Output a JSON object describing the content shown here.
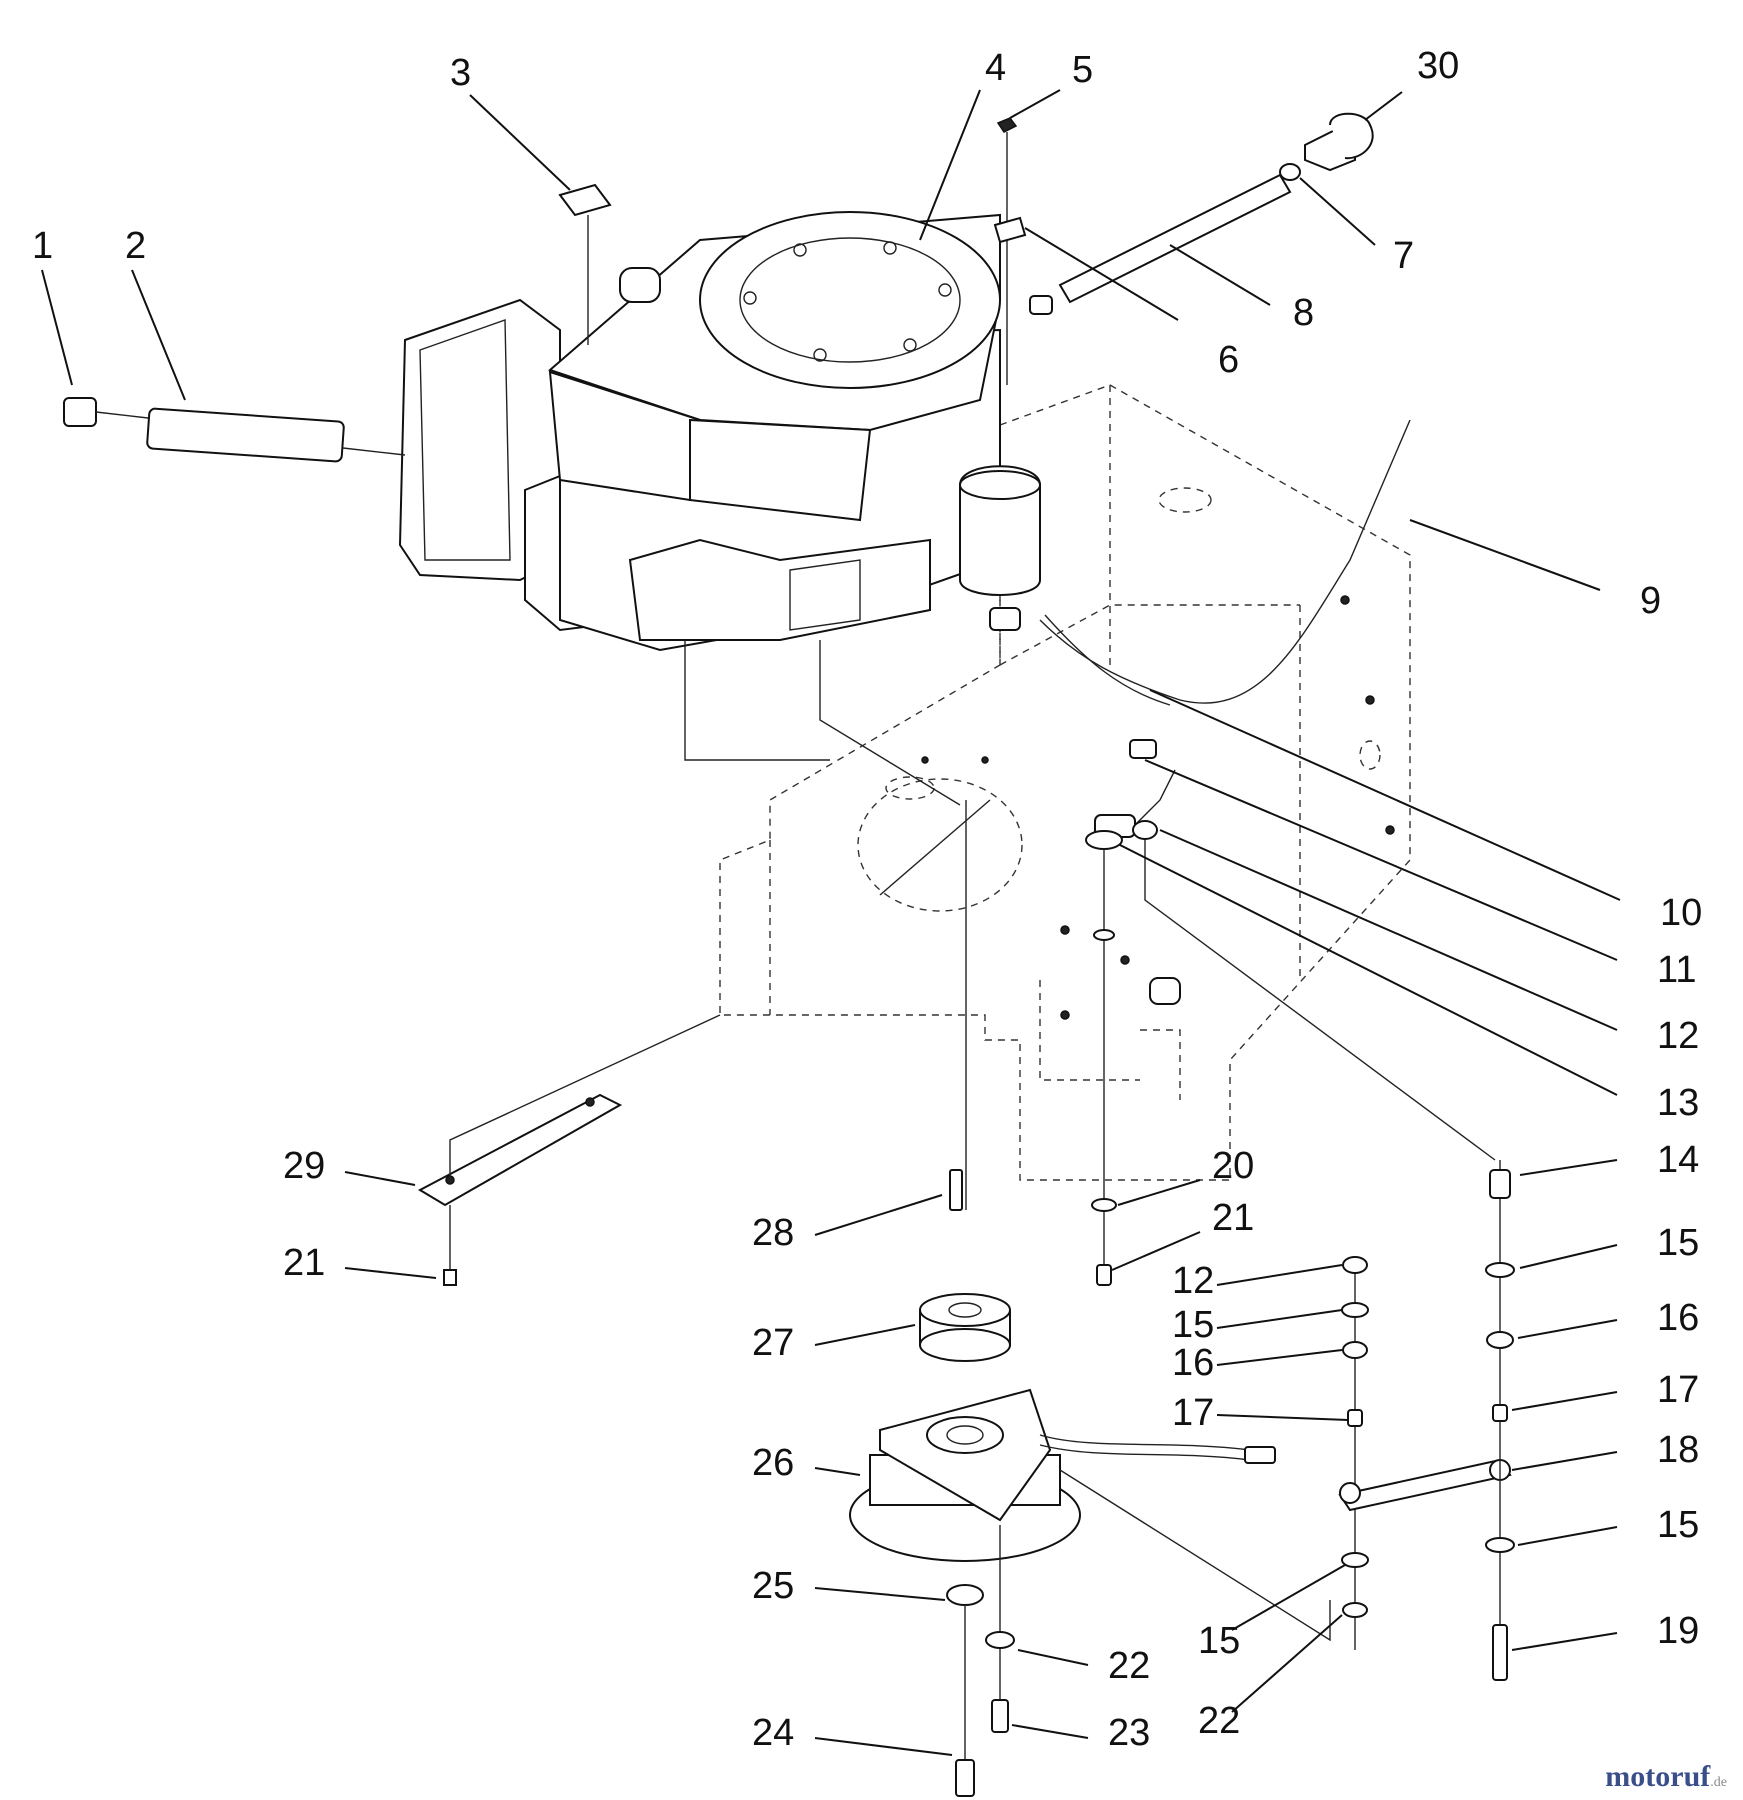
{
  "diagram": {
    "callouts": [
      {
        "id": "1",
        "text": "1"
      },
      {
        "id": "2",
        "text": "2"
      },
      {
        "id": "3",
        "text": "3"
      },
      {
        "id": "4",
        "text": "4"
      },
      {
        "id": "5",
        "text": "5"
      },
      {
        "id": "6",
        "text": "6"
      },
      {
        "id": "7",
        "text": "7"
      },
      {
        "id": "8",
        "text": "8"
      },
      {
        "id": "30",
        "text": "30"
      },
      {
        "id": "9",
        "text": "9"
      },
      {
        "id": "10",
        "text": "10"
      },
      {
        "id": "11",
        "text": "11"
      },
      {
        "id": "12a",
        "text": "12"
      },
      {
        "id": "13",
        "text": "13"
      },
      {
        "id": "14",
        "text": "14"
      },
      {
        "id": "15a",
        "text": "15"
      },
      {
        "id": "16a",
        "text": "16"
      },
      {
        "id": "17a",
        "text": "17"
      },
      {
        "id": "18",
        "text": "18"
      },
      {
        "id": "15b",
        "text": "15"
      },
      {
        "id": "19",
        "text": "19"
      },
      {
        "id": "20",
        "text": "20"
      },
      {
        "id": "21a",
        "text": "21"
      },
      {
        "id": "12b",
        "text": "12"
      },
      {
        "id": "15c",
        "text": "15"
      },
      {
        "id": "16b",
        "text": "16"
      },
      {
        "id": "17b",
        "text": "17"
      },
      {
        "id": "15d",
        "text": "15"
      },
      {
        "id": "22a",
        "text": "22"
      },
      {
        "id": "29",
        "text": "29"
      },
      {
        "id": "21b",
        "text": "21"
      },
      {
        "id": "28",
        "text": "28"
      },
      {
        "id": "27",
        "text": "27"
      },
      {
        "id": "26",
        "text": "26"
      },
      {
        "id": "25",
        "text": "25"
      },
      {
        "id": "22b",
        "text": "22"
      },
      {
        "id": "23",
        "text": "23"
      },
      {
        "id": "24",
        "text": "24"
      }
    ]
  },
  "watermark": {
    "brand": "motoruf",
    "suffix": ".de"
  }
}
